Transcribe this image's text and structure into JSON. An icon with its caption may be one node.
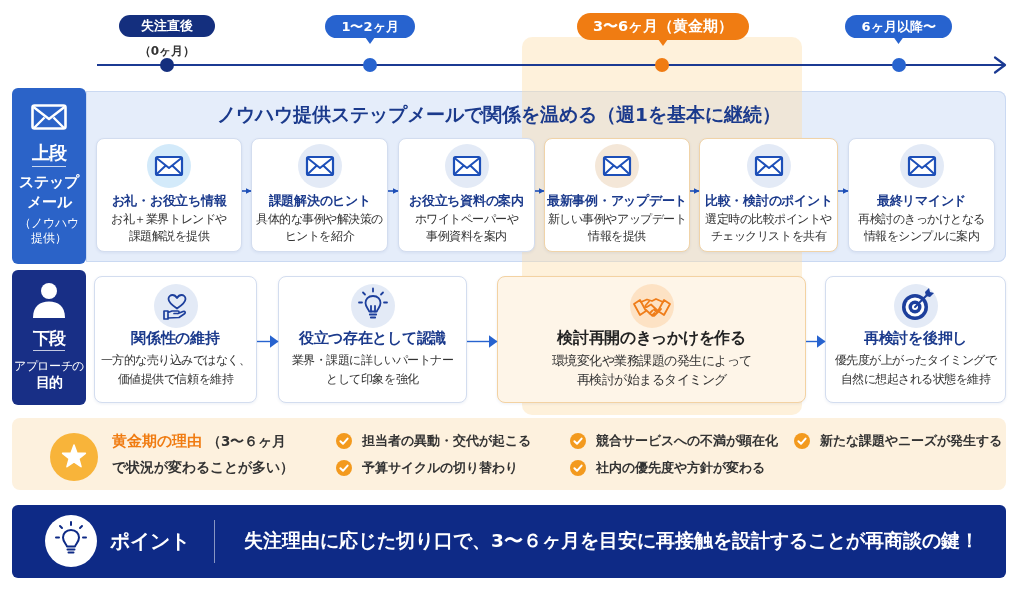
{
  "diagram": {
    "nodes": [
      {
        "text": [
          "失注直後"
        ],
        "beside": [
          "（0ヶ月）"
        ]
      },
      {
        "text": [
          "1〜2ヶ月"
        ]
      },
      {
        "text": [
          "3〜6ヶ月（黄金期）"
        ]
      },
      {
        "text": [
          "6ヶ月以降〜"
        ]
      },
      {
        "text": [
          "上段",
          "ステップメール",
          "（ノウハウ提供）"
        ]
      },
      {
        "text": [
          "ノウハウ提供ステップメールで関係を温める（週1を基本に継続）"
        ]
      },
      {
        "text": [
          "お礼・お役立ち情報",
          "お礼＋業界トレンドや課題解説を提供"
        ],
        "in": 5
      },
      {
        "text": [
          "課題解決のヒント",
          "具体的な事例や解決策のヒントを紹介"
        ],
        "in": 5
      },
      {
        "text": [
          "お役立ち資料の案内",
          "ホワイトペーパーや事例資料を案内"
        ],
        "in": 5
      },
      {
        "text": [
          "最新事例・アップデート",
          "新しい事例やアップデート情報を提供"
        ],
        "in": 5
      },
      {
        "text": [
          "比較・検討のポイント",
          "選定時の比較ポイントやチェックリストを共有"
        ],
        "in": 5
      },
      {
        "text": [
          "最終リマインド",
          "再検討のきっかけとなる情報をシンプルに案内"
        ],
        "in": 5
      },
      {
        "text": [
          "下段",
          "アプローチの",
          "目的"
        ]
      },
      {
        "text": [
          "関係性の維持",
          "一方的な売り込みではなく、価値提供で信頼を維持"
        ]
      },
      {
        "text": [
          "役立つ存在として認識",
          "業界・課題に詳しいパートナーとして印象を強化"
        ]
      },
      {
        "text": [
          "検討再開のきっかけを作る",
          "環境変化や業務課題の発生によって再検討が始まるタイミング"
        ]
      },
      {
        "text": [
          "再検討を後押し",
          "優先度が上がったタイミングで自然に想起される状態を維持"
        ]
      },
      {
        "text": [
          "黄金期の理由",
          "（3〜６ヶ月で状況が変わることが多い）",
          "担当者の異動・交代が起こる",
          "競合サービスへの不満が顕在化",
          "新たな課題やニーズが発生する",
          "予算サイクルの切り替わり",
          "社内の優先度や方針が変わる"
        ]
      },
      {
        "text": [
          "ポイント",
          "失注理由に応じた切り口で、3〜６ヶ月を目安に再接触を設計することが再商談の鍵！"
        ]
      }
    ],
    "edges": [
      {
        "from": 6,
        "to": 7,
        "arrow": "to"
      },
      {
        "from": 7,
        "to": 8,
        "arrow": "to"
      },
      {
        "from": 8,
        "to": 9,
        "arrow": "to"
      },
      {
        "from": 9,
        "to": 10,
        "arrow": "to"
      },
      {
        "from": 10,
        "to": 11,
        "arrow": "to"
      },
      {
        "from": 13,
        "to": 14,
        "arrow": "to"
      },
      {
        "from": 14,
        "to": 15,
        "arrow": "to"
      },
      {
        "from": 15,
        "to": 16,
        "arrow": "to"
      }
    ]
  }
}
